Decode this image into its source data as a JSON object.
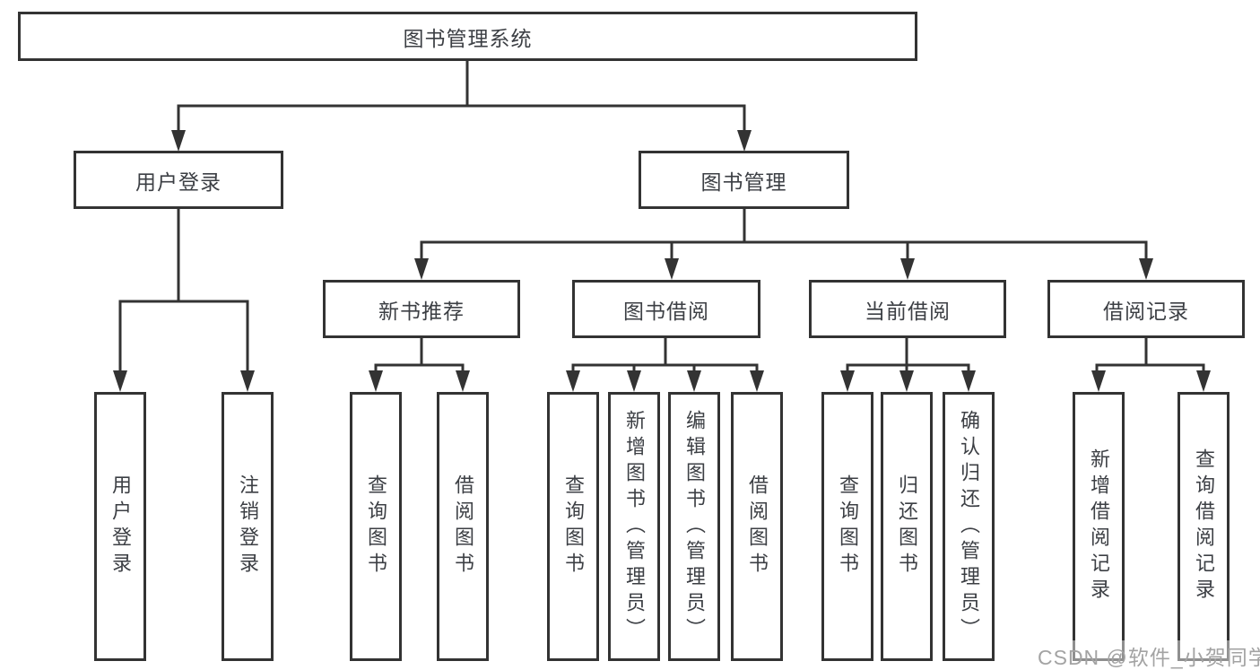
{
  "tree": {
    "label": "图书管理系统",
    "children": [
      {
        "label": "用户登录",
        "children": [
          {
            "label": "用户登录"
          },
          {
            "label": "注销登录"
          }
        ]
      },
      {
        "label": "图书管理",
        "children": [
          {
            "label": "新书推荐",
            "children": [
              {
                "label": "查询图书"
              },
              {
                "label": "借阅图书"
              }
            ]
          },
          {
            "label": "图书借阅",
            "children": [
              {
                "label": "查询图书"
              },
              {
                "label": "新增图书（管理员）"
              },
              {
                "label": "编辑图书（管理员）"
              },
              {
                "label": "借阅图书"
              }
            ]
          },
          {
            "label": "当前借阅",
            "children": [
              {
                "label": "查询图书"
              },
              {
                "label": "归还图书"
              },
              {
                "label": "确认归还（管理员）"
              }
            ]
          },
          {
            "label": "借阅记录",
            "children": [
              {
                "label": "新增借阅记录"
              },
              {
                "label": "查询借阅记录"
              }
            ]
          }
        ]
      }
    ]
  },
  "watermark": "CSDN @软件_小贺同学",
  "colors": {
    "line": "#333333",
    "text": "#3c3f44",
    "watermark": "#a3a3a3",
    "background": "#ffffff"
  }
}
